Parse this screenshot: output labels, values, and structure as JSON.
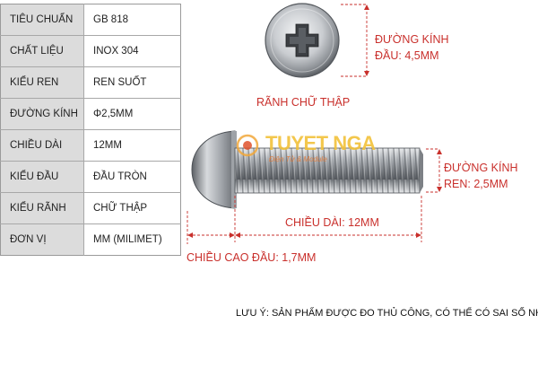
{
  "specs": [
    {
      "key": "TIÊU CHUẨN",
      "value": "GB 818"
    },
    {
      "key": "CHẤT LIỆU",
      "value": "INOX 304"
    },
    {
      "key": "KIỂU REN",
      "value": "REN SUỐT"
    },
    {
      "key": "ĐƯỜNG KÍNH",
      "value": "Φ2,5MM"
    },
    {
      "key": "CHIỀU DÀI",
      "value": "12MM"
    },
    {
      "key": "KIỂU ĐẦU",
      "value": "ĐẦU TRÒN"
    },
    {
      "key": "KIỂU RÃNH",
      "value": "CHỮ THẬP"
    },
    {
      "key": "ĐƠN VỊ",
      "value": "MM (MILIMET)"
    }
  ],
  "labels": {
    "head_diameter_line1": "ĐƯỜNG KÍNH",
    "head_diameter_line2": "ĐẦU: 4,5MM",
    "cross_slot": "RÃNH CHỮ THẬP",
    "thread_diameter_line1": "ĐƯỜNG KÍNH",
    "thread_diameter_line2": "REN: 2,5MM",
    "length": "CHIỀU DÀI: 12MM",
    "head_height": "CHIỀU CAO ĐẦU: 1,7MM"
  },
  "note": "LƯU Ý: SẢN PHẨM ĐƯỢC ĐO THỦ CÔNG, CÓ THỂ CÓ SAI SỐ NHỎ",
  "watermark": {
    "title": "TUYET NGA",
    "subtitle": "Điện Tử & Module"
  },
  "colors": {
    "dimension": "#c9302c",
    "table_key_bg": "#dcdcdc",
    "steel": "#b8bcc2"
  }
}
